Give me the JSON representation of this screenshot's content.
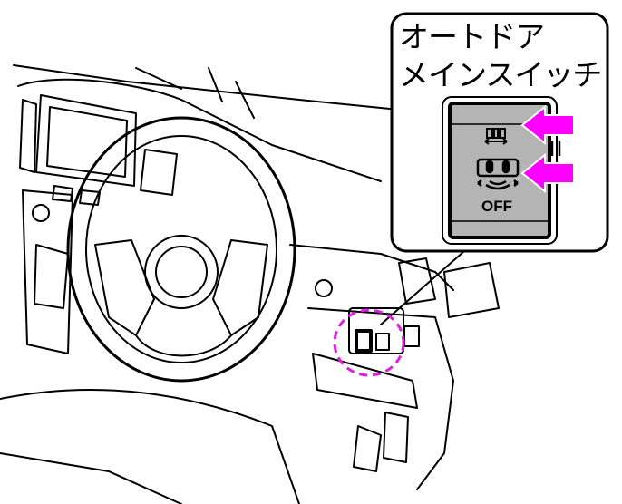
{
  "callout": {
    "title_line1": "オートドア",
    "title_line2": "メインスイッチ",
    "switch_off_label": "OFF"
  },
  "colors": {
    "arrow": "#ff00ff",
    "switch_panel": "#b4b4b4",
    "highlight_circle": "#e020e0"
  }
}
